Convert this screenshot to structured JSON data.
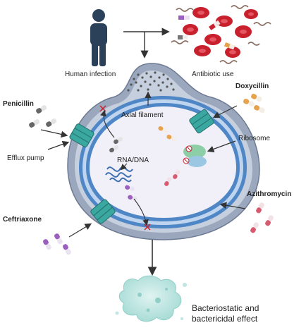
{
  "labels": {
    "human_infection": "Human infection",
    "antibiotic_use": "Antibiotic use",
    "penicillin": "Penicillin",
    "doxycillin": "Doxycillin",
    "axial_filament": "Axial filament",
    "ribosome": "Ribosome",
    "efflux_pump": "Efflux pump",
    "rna_dna": "RNA/DNA",
    "azithromycin": "Azithromycin",
    "ceftriaxone": "Ceftriaxone",
    "effect_line1": "Bacteriostatic and",
    "effect_line2": "bactericidal effect"
  },
  "colors": {
    "outer_membrane": "#9aa7bd",
    "inner_membrane": "#4f86c6",
    "cell_interior": "#f1eff8",
    "pump": "#3aa7a0",
    "ribosome": "#8ccfa6",
    "blood_cell": "#c8202d",
    "effect_blob": "#bfe6e2"
  },
  "icons": [
    "person-icon",
    "blood-cells-icon",
    "capsule-icon",
    "ribosome-icon",
    "dna-icon",
    "efflux-pump-icon",
    "bacterial-debris-icon"
  ]
}
